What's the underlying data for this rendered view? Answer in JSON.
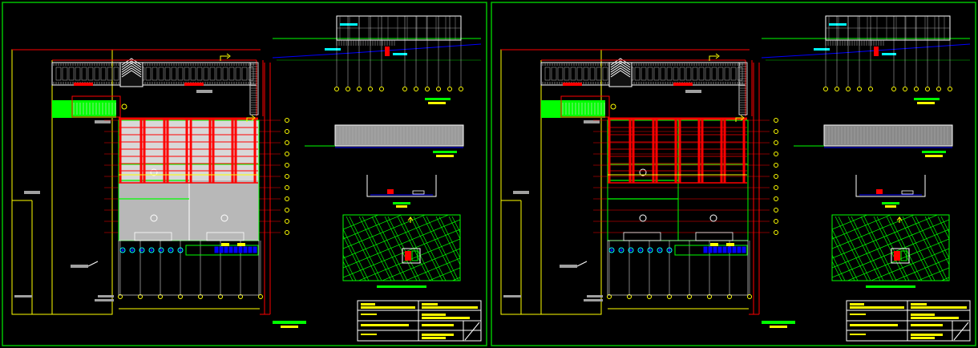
{
  "colors": {
    "background": "#000000",
    "frame": "#00c000",
    "wall": "#ff0000",
    "structure": "#ff2020",
    "yellow": "#ffff00",
    "white": "#ffffff",
    "grey": "#a0a0a0",
    "lightgrey": "#c8c8c8",
    "blue": "#0000ff",
    "cyan": "#00ffff",
    "green": "#00ff00",
    "darkgreen": "#008000"
  },
  "sheets": [
    {
      "id": "sheet-left",
      "variant": "hatched"
    },
    {
      "id": "sheet-right",
      "variant": "outline"
    }
  ],
  "icons": [
    "north-arrow-icon",
    "tree-symbol-icon",
    "section-marker-icon"
  ]
}
